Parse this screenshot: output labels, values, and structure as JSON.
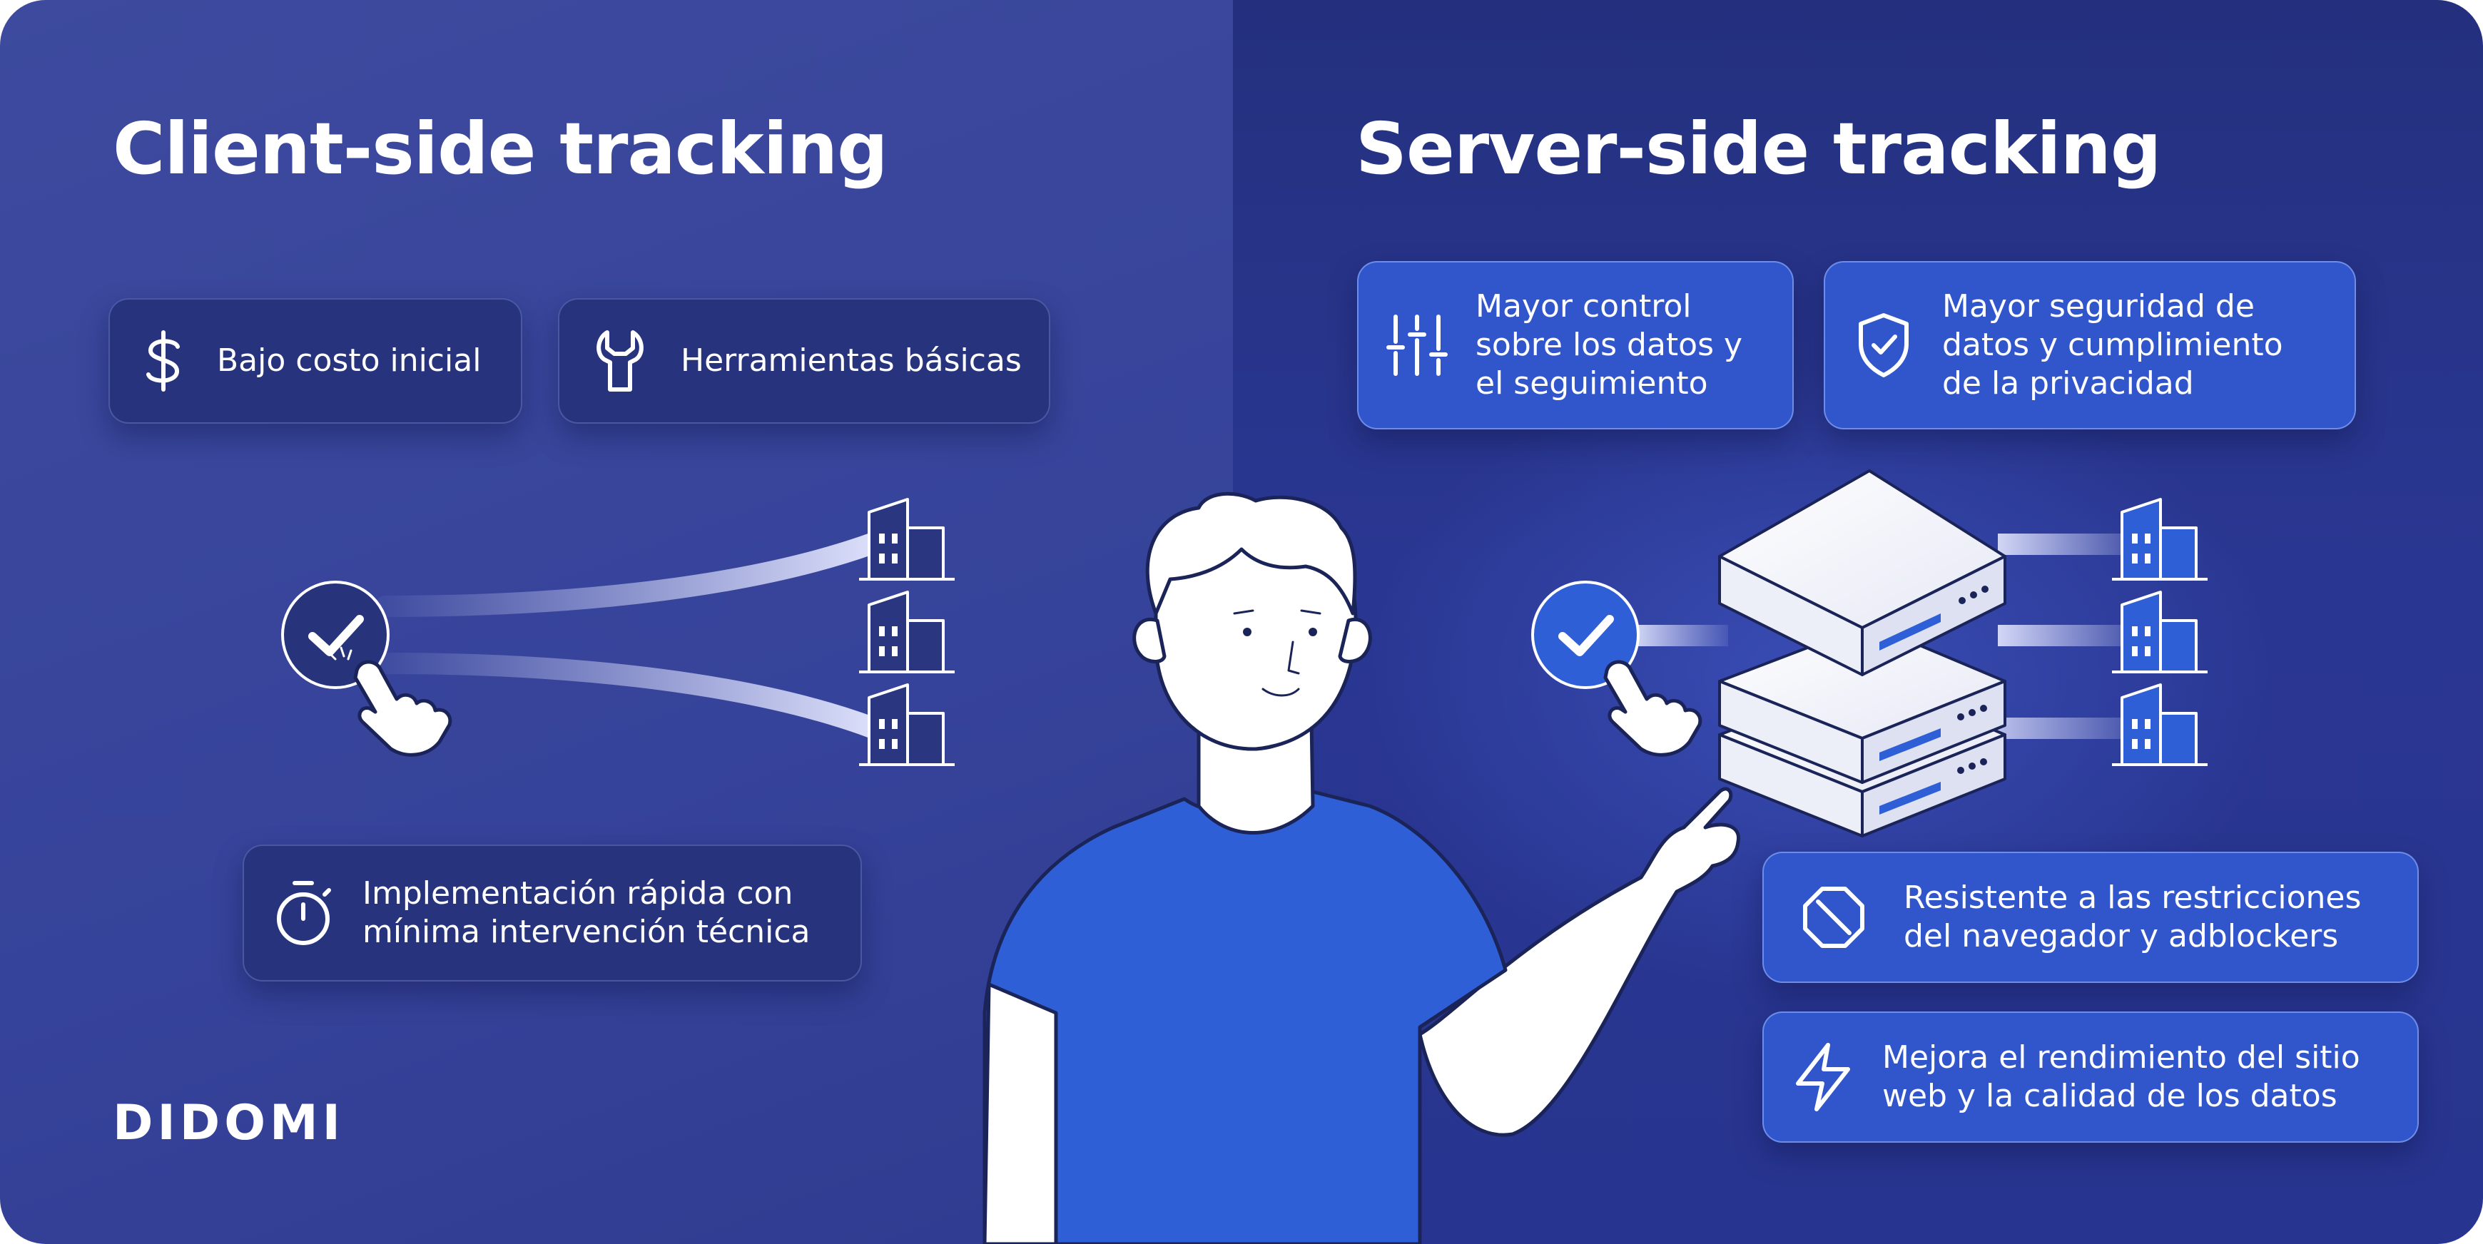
{
  "left": {
    "title": "Client-side tracking",
    "cards": [
      {
        "label": "Bajo costo inicial",
        "icon": "dollar-icon"
      },
      {
        "label": "Herramientas básicas",
        "icon": "wrench-icon"
      },
      {
        "label": "Implementación rápida con\nmínima intervención técnica",
        "icon": "stopwatch-icon"
      }
    ]
  },
  "right": {
    "title": "Server-side tracking",
    "cards": [
      {
        "label": "Mayor control\nsobre los datos y\nel seguimiento",
        "icon": "sliders-icon"
      },
      {
        "label": "Mayor seguridad de\ndatos y cumplimiento\nde la privacidad",
        "icon": "shield-check-icon"
      },
      {
        "label": "Resistente a las restricciones\ndel navegador y adblockers",
        "icon": "blocked-icon"
      },
      {
        "label": "Mejora el rendimiento del sitio\nweb y la calidad de los datos",
        "icon": "lightning-icon"
      }
    ]
  },
  "brand": {
    "logo": "DIDOMI"
  },
  "colors": {
    "left_bg": "#3a479c",
    "right_bg": "#26338a",
    "card_dark": "#27347d",
    "card_blue": "#3156cc",
    "shirt": "#2f5fd6"
  }
}
